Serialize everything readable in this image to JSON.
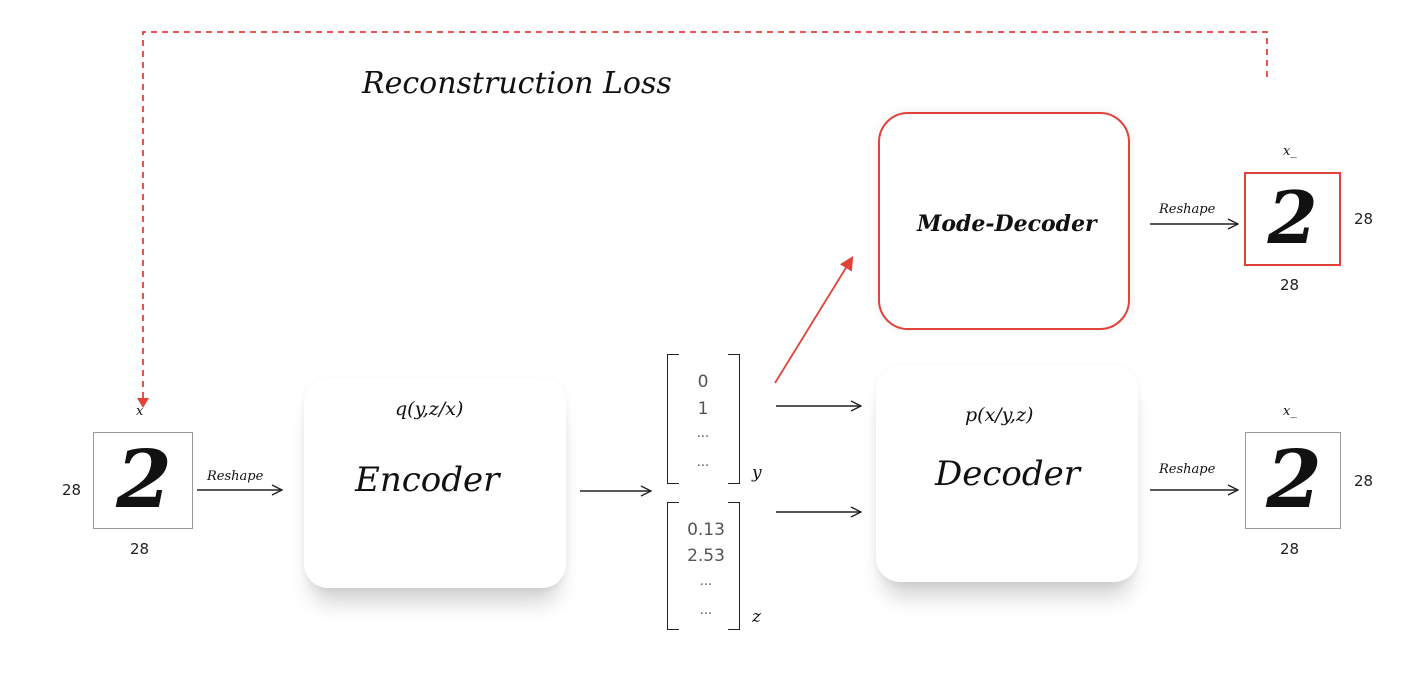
{
  "loss_label": "Reconstruction Loss",
  "input": {
    "label": "x",
    "digit": "2",
    "height_dim": "28",
    "width_dim": "28"
  },
  "reshape_label": "Reshape",
  "encoder": {
    "formula": "q(y,z/x)",
    "title": "Encoder"
  },
  "y_vector": {
    "values": [
      "0",
      "1",
      "...",
      "..."
    ],
    "label": "y"
  },
  "z_vector": {
    "values": [
      "0.13",
      "2.53",
      "...",
      "..."
    ],
    "label": "z"
  },
  "decoder": {
    "formula": "p(x/y,z)",
    "title": "Decoder"
  },
  "mode_decoder": {
    "title": "Mode-Decoder"
  },
  "output_top": {
    "label": "x_",
    "digit": "2",
    "height_dim": "28",
    "width_dim": "28"
  },
  "output_bottom": {
    "label": "x_",
    "digit": "2",
    "height_dim": "28",
    "width_dim": "28"
  },
  "colors": {
    "accent_red": "#e0433a",
    "ink": "#111111",
    "frame": "#9a9a9a"
  }
}
